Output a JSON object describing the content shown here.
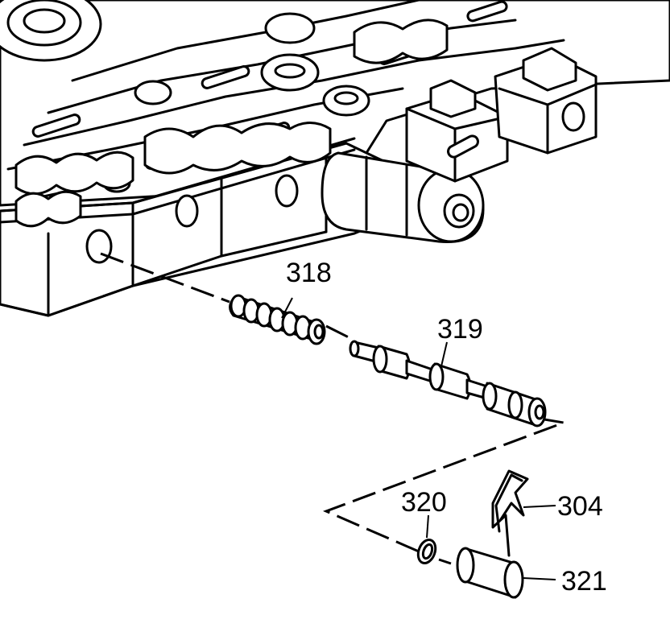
{
  "diagram": {
    "callouts": {
      "spring": "318",
      "valve": "319",
      "seal": "320",
      "clip": "304",
      "plug": "321"
    }
  }
}
